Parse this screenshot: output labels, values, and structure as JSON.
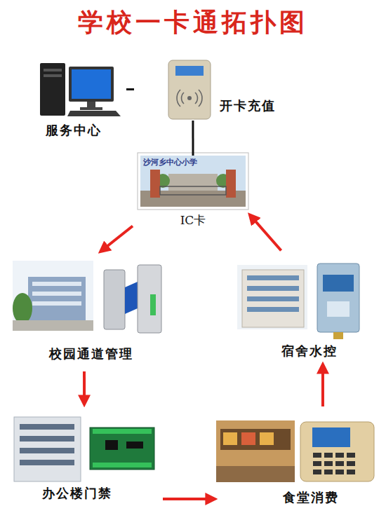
{
  "diagram": {
    "title": "学校一卡通拓扑图",
    "nodes": [
      {
        "text": [
          "服务中心"
        ]
      },
      {
        "text": [
          "开卡充值"
        ]
      },
      {
        "text": [
          "沙河乡中心小学",
          "IC卡"
        ]
      },
      {
        "text": [
          "校园通道管理"
        ]
      },
      {
        "text": [
          "办公楼门禁"
        ]
      },
      {
        "text": [
          "食堂消费"
        ]
      },
      {
        "text": [
          "宿舍水控"
        ]
      }
    ],
    "edges": [
      {
        "from": 0,
        "to": 1,
        "arrow": "none"
      },
      {
        "from": 1,
        "to": 2,
        "arrow": "none"
      },
      {
        "from": 2,
        "to": 3,
        "arrow": "to"
      },
      {
        "from": 3,
        "to": 4,
        "arrow": "to"
      },
      {
        "from": 4,
        "to": 5,
        "arrow": "to"
      },
      {
        "from": 5,
        "to": 6,
        "arrow": "to"
      },
      {
        "from": 6,
        "to": 2,
        "arrow": "to"
      }
    ]
  }
}
